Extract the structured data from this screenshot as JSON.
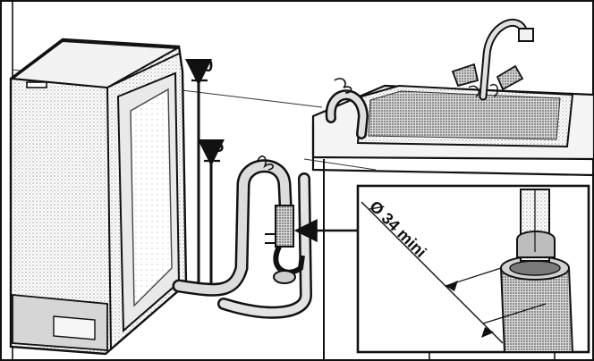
{
  "diagram": {
    "labels": {
      "height_high": "90",
      "height_low": "65",
      "diameter": "Ø 34 mini"
    },
    "colors": {
      "line": "#111111",
      "background": "#ffffff",
      "shade": "#cfcfcf",
      "dark_shade": "#8a8a8a"
    }
  }
}
